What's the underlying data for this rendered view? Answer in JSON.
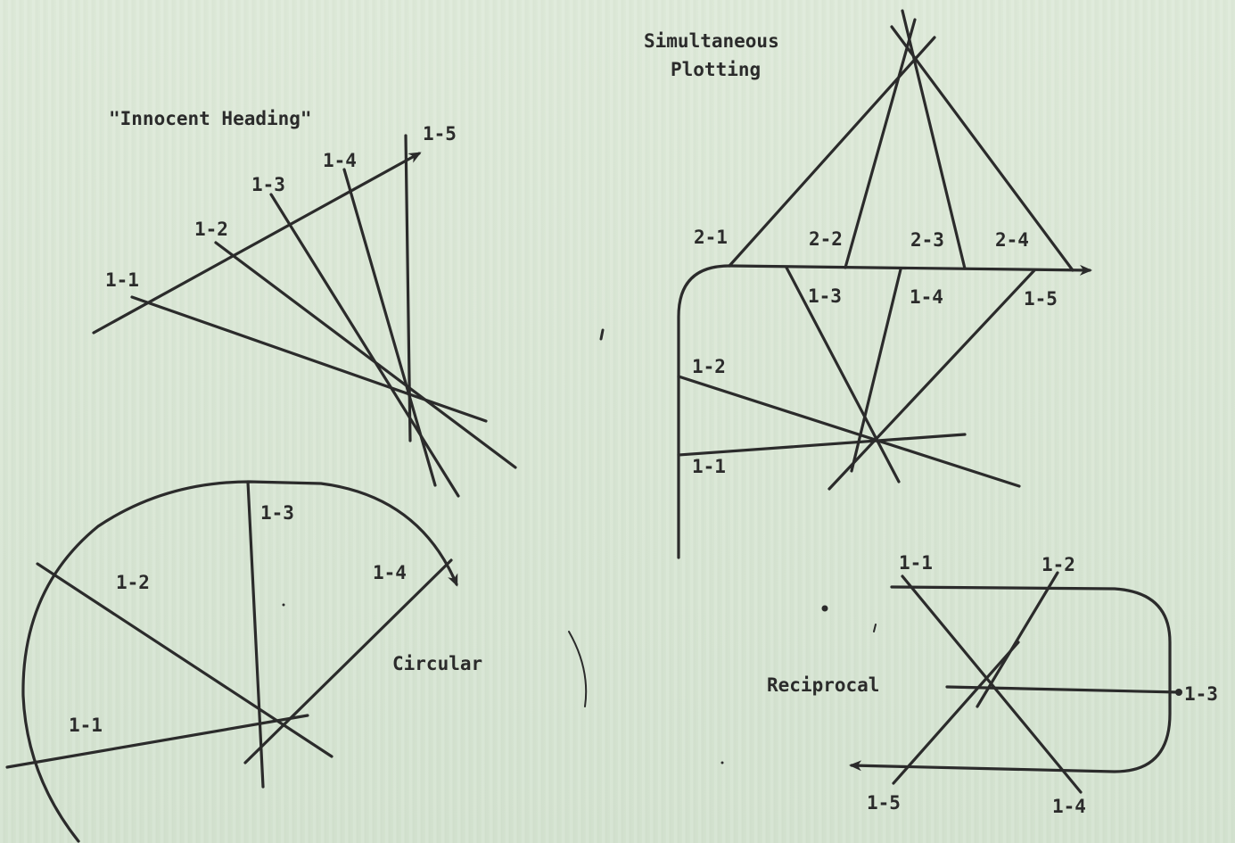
{
  "panels": {
    "innocent": {
      "title": "\"Innocent Heading\"",
      "labels": [
        "1-1",
        "1-2",
        "1-3",
        "1-4",
        "1-5"
      ]
    },
    "simultaneous": {
      "title_line1": "Simultaneous",
      "title_line2": "Plotting",
      "upper_labels": [
        "2-1",
        "2-2",
        "2-3",
        "2-4"
      ],
      "lower_labels": [
        "1-1",
        "1-2",
        "1-3",
        "1-4",
        "1-5"
      ]
    },
    "circular": {
      "title": "Circular",
      "labels": [
        "1-1",
        "1-2",
        "1-3",
        "1-4"
      ]
    },
    "reciprocal": {
      "title": "Reciprocal",
      "labels": [
        "1-1",
        "1-2",
        "1-3",
        "1-4",
        "1-5"
      ]
    }
  },
  "colors": {
    "ink": "#2b2b2b",
    "paper": "#d7e6d2"
  }
}
